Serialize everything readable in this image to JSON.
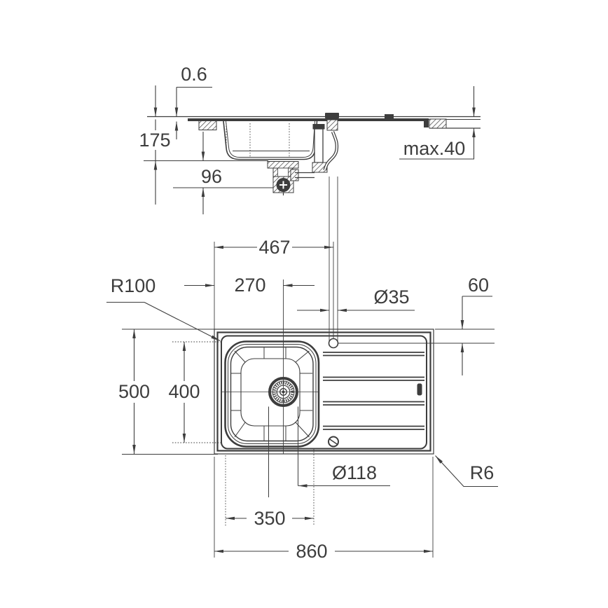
{
  "drawing": {
    "type": "sink-installation-dimension-drawing",
    "side_view": {
      "dim_rim_thickness": "0.6",
      "dim_bowl_depth": "175",
      "dim_drain_clearance": "96",
      "dim_counter_thickness": "max.40"
    },
    "top_view": {
      "dim_tap_hole_from_left": "467",
      "dim_bowl_center_from_left": "270",
      "dim_tap_hole_diameter": "Ø35",
      "dim_tap_hole_from_edge": "60",
      "dim_bowl_corner_radius": "R100",
      "dim_sink_depth": "500",
      "dim_bowl_length": "400",
      "dim_drain_diameter": "Ø118",
      "dim_bowl_width": "350",
      "dim_sink_length": "860",
      "dim_rim_corner_radius": "R6"
    },
    "colors": {
      "line": "#3d3d3d",
      "background": "#ffffff"
    }
  }
}
